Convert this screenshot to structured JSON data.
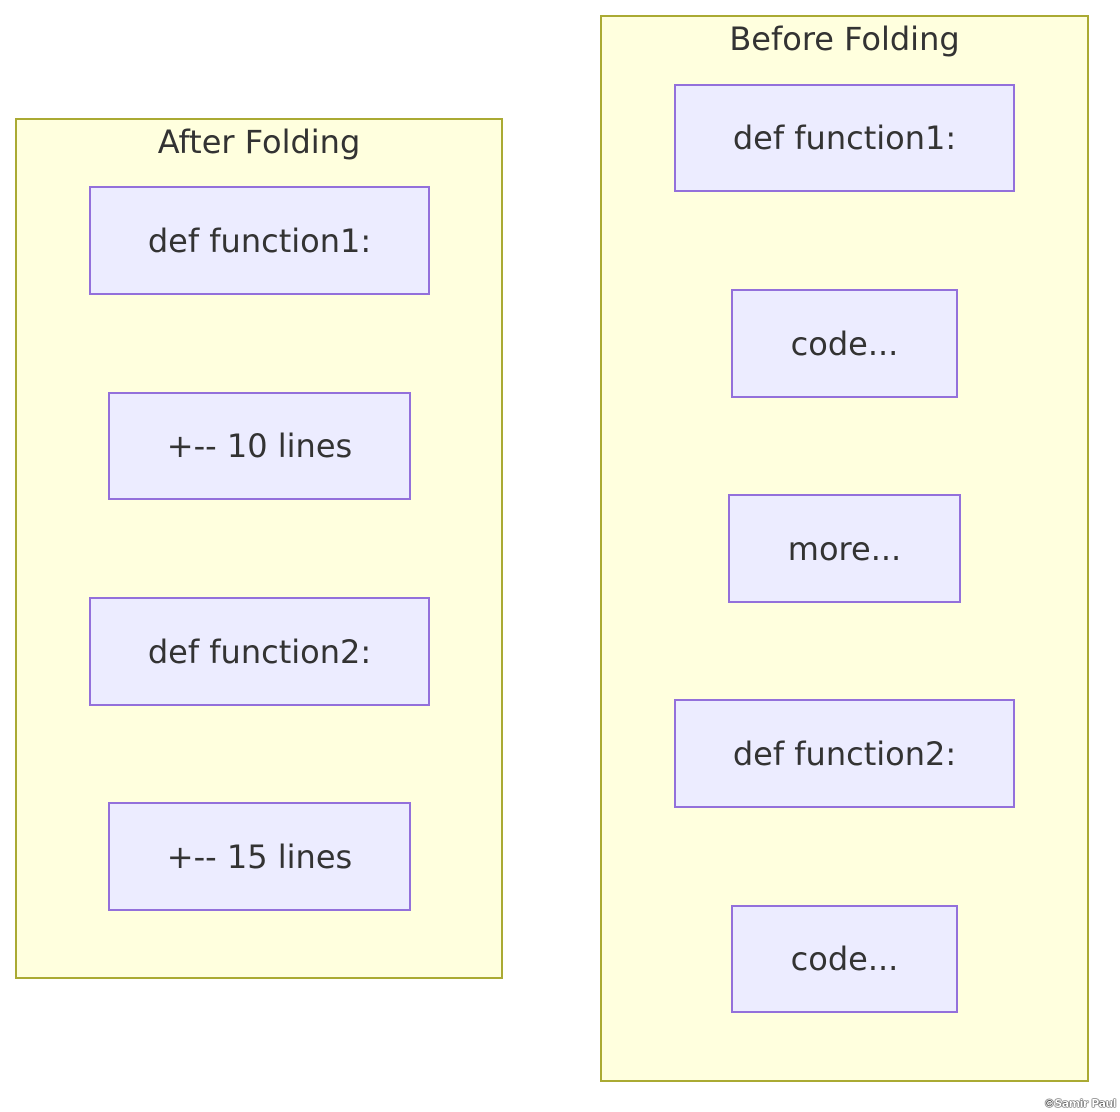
{
  "colors": {
    "cluster_fill": "#ffffde",
    "cluster_border": "#aaaa33",
    "node_fill": "#ececff",
    "node_border": "#9370db",
    "text": "#333333"
  },
  "after": {
    "title": "After Folding",
    "nodes": [
      "def function1:",
      "+-- 10 lines",
      "def function2:",
      "+-- 15 lines"
    ]
  },
  "before": {
    "title": "Before Folding",
    "nodes": [
      "def function1:",
      "code...",
      "more...",
      "def function2:",
      "code..."
    ]
  },
  "watermark": "©Samir Paul"
}
